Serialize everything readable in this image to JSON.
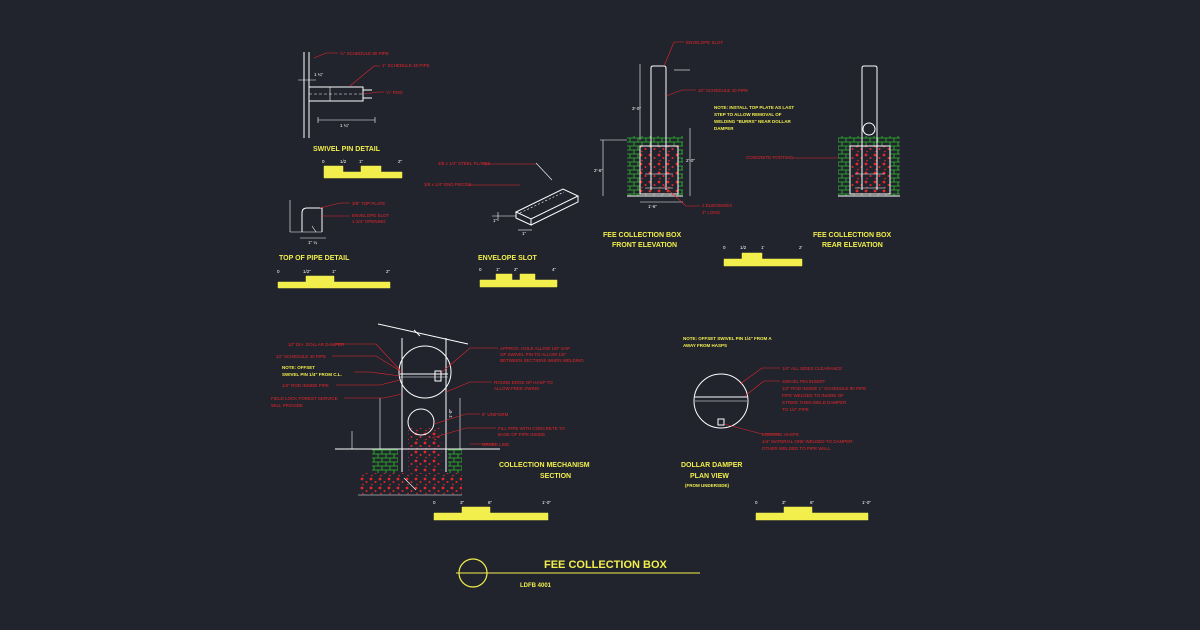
{
  "sheet": {
    "title": "FEE COLLECTION BOX",
    "number": "LDFB 4001"
  },
  "views": {
    "swivel_pin_detail": {
      "title": "SWIVEL PIN DETAIL",
      "notes": [
        "½\" SCHEDULE 80 PIPE",
        "1\" SCHEDULE 40 PIPE",
        "½\" ROD"
      ],
      "dims": [
        "1 ¼\"",
        "1 ¼\""
      ],
      "scale": [
        "0",
        "1/2",
        "1\"",
        "2\""
      ]
    },
    "top_of_pipe_detail": {
      "title": "TOP OF PIPE DETAIL",
      "notes": [
        "3/8\" TOP PLATE",
        "ENVELOPE SLOT",
        "1 1/4\" OPENING"
      ],
      "dims": [
        "1\" ¼"
      ],
      "scale": [
        "0",
        "1/2\"",
        "1\"",
        "2\""
      ]
    },
    "envelope_slot": {
      "title": "ENVELOPE SLOT",
      "notes": [
        "3/8 x 1/4\" STEEL PLATES",
        "3/8 x 1/4\" END PIECES"
      ],
      "dims": [
        "1\"",
        "1\""
      ],
      "scale": [
        "0",
        "1\"",
        "2\"",
        "4\""
      ]
    },
    "front_elevation": {
      "title_line1": "FEE COLLECTION BOX",
      "title_line2": "FRONT ELEVATION",
      "notes": [
        "ENVELOPE SLOT",
        "10\" SCHEDULE 40 PIPE",
        "2 ELBOWS/EX",
        "3\" LONG"
      ],
      "dims": [
        "3'-0\"",
        "2'-6\"",
        "1'-6\"",
        "2'-0\""
      ],
      "scale": [
        "0",
        "1/2",
        "1'",
        "2'"
      ]
    },
    "rear_elevation": {
      "title_line1": "FEE COLLECTION BOX",
      "title_line2": "REAR ELEVATION",
      "notes": [
        "NOTE: INSTALL TOP PLATE AS LAST",
        "STEP TO ALLOW REMOVAL OF",
        "WELDING \"BURRS\" NEAR DOLLAR",
        "DAMPER",
        "CONCRETE FOOTING"
      ]
    },
    "collection_mechanism": {
      "title_line1": "COLLECTION MECHANISM",
      "title_line2": "SECTION",
      "notes_left": [
        "10\" DIA. DOLLAR DAMPER",
        "10\" SCHEDULE 40 PIPE",
        "NOTE: OFFSET",
        "SWIVEL PIN 1/4\" FROM C.L.",
        "1/2\" ROD INSIDE PIPE",
        "FIELD LOCK FOREST SERVICE",
        "WILL PROVIDE"
      ],
      "notes_right": [
        "APPROX. HOLE ALLOW 1/8\" GAP",
        "OF SWIVEL PIN TO ALLOW 1/8\"",
        "BETWEEN SECTIONS WHEN WELDING",
        "ROUND EDGE OF HASP TO",
        "ALLOW FREE SWING",
        "6\" UNIFORM",
        "FILL PIPE WITH CONCRETE TO",
        "BASE OF PIPE INSIDE",
        "GRADE LINE"
      ],
      "dims": [
        "1'-0\""
      ],
      "scale": [
        "0",
        "3\"",
        "6\"",
        "1'-0\""
      ]
    },
    "dollar_damper": {
      "title_line1": "DOLLAR DAMPER",
      "title_line2": "PLAN VIEW",
      "title_line3": "(FROM UNDERSIDE)",
      "note_top": [
        "NOTE: OFFSET SWIVEL PIN 1/4\" FROM A",
        "AWAY FROM HASPS"
      ],
      "notes": [
        "1/4\" ALL SIDES CLEARANCE",
        "SWIVEL PIN INSERT",
        "1/2\" ROD INSIDE 1\" SCHEDULE 80 PIPE",
        "PIPE WELDED TO INSIDE OF",
        "STRIKE THEN WELD DAMPER",
        "TO 1/2\" PIPE",
        "LOCKING HASPS",
        "1/4\" MATERIAL ONE WELDED TO DAMPER",
        "OTHER WELDED TO PIPE WALL"
      ],
      "scale": [
        "0",
        "3\"",
        "6\"",
        "1'-0\""
      ]
    }
  },
  "colors": {
    "background": "#21232d",
    "linework": "#ffffff",
    "notes": "#e8272a",
    "titles": "#f2ef4c",
    "earth_hatch": "#2ec12e"
  }
}
